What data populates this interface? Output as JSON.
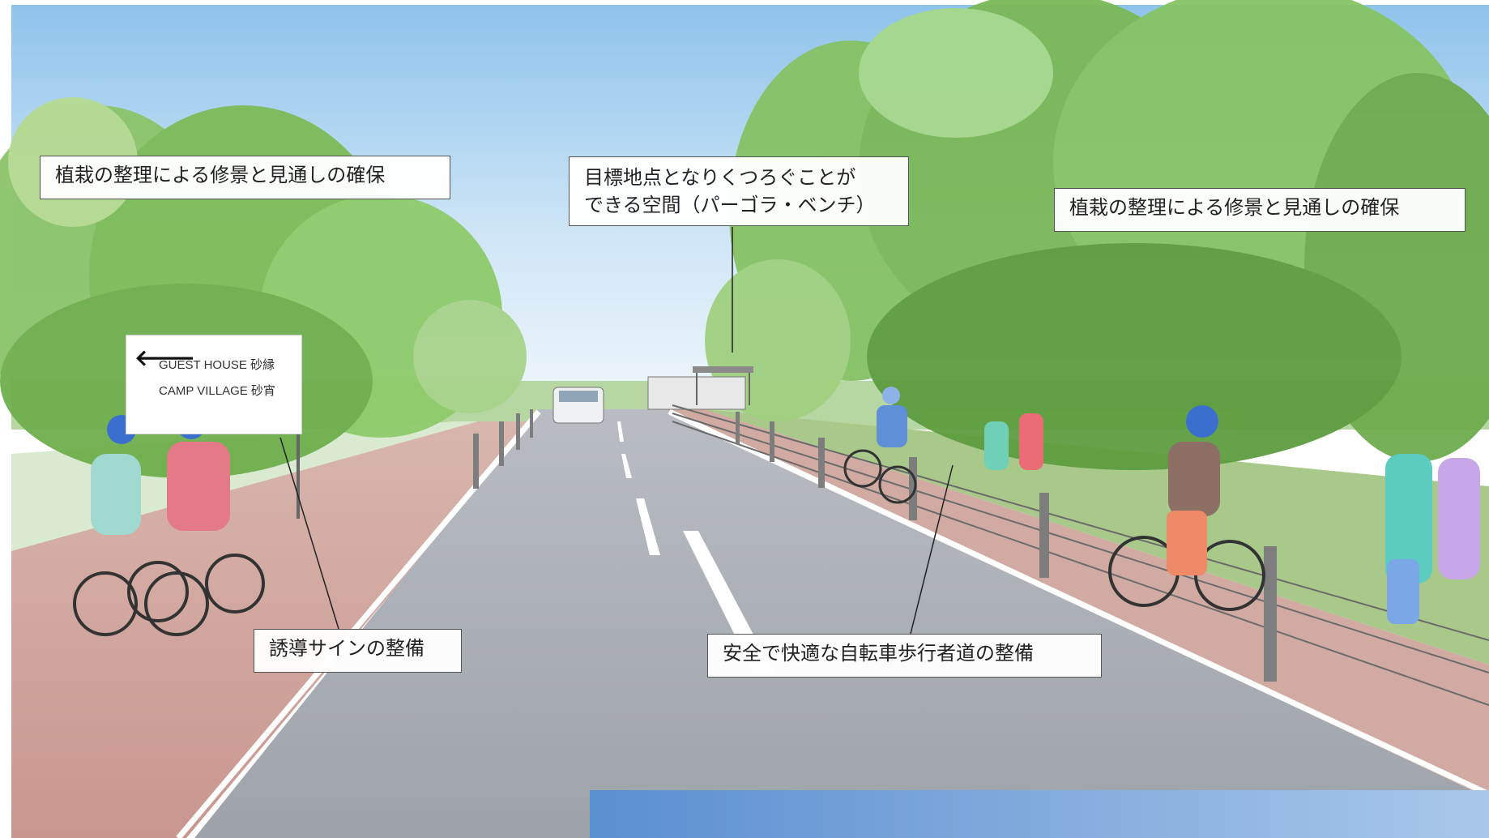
{
  "callouts": {
    "left_planting": "植栽の整理による修景と見通しの確保",
    "center_line1": "目標地点となりくつろぐことが",
    "center_line2": "できる空間（パーゴラ・ベンチ）",
    "right_planting": "植栽の整理による修景と見通しの確保",
    "guide_sign": "誘導サインの整備",
    "cycle_path": "安全で快適な自転車歩行者道の整備"
  },
  "signboard": {
    "arrow_icon": "arrow-left-icon",
    "line1": "GUEST HOUSE 砂縁",
    "line2": "CAMP VILLAGE 砂宵"
  },
  "colors": {
    "sky_top": "#8ec3ea",
    "road": "#a9adb3",
    "path": "#c99a94",
    "foliage": "#7cbc58"
  }
}
